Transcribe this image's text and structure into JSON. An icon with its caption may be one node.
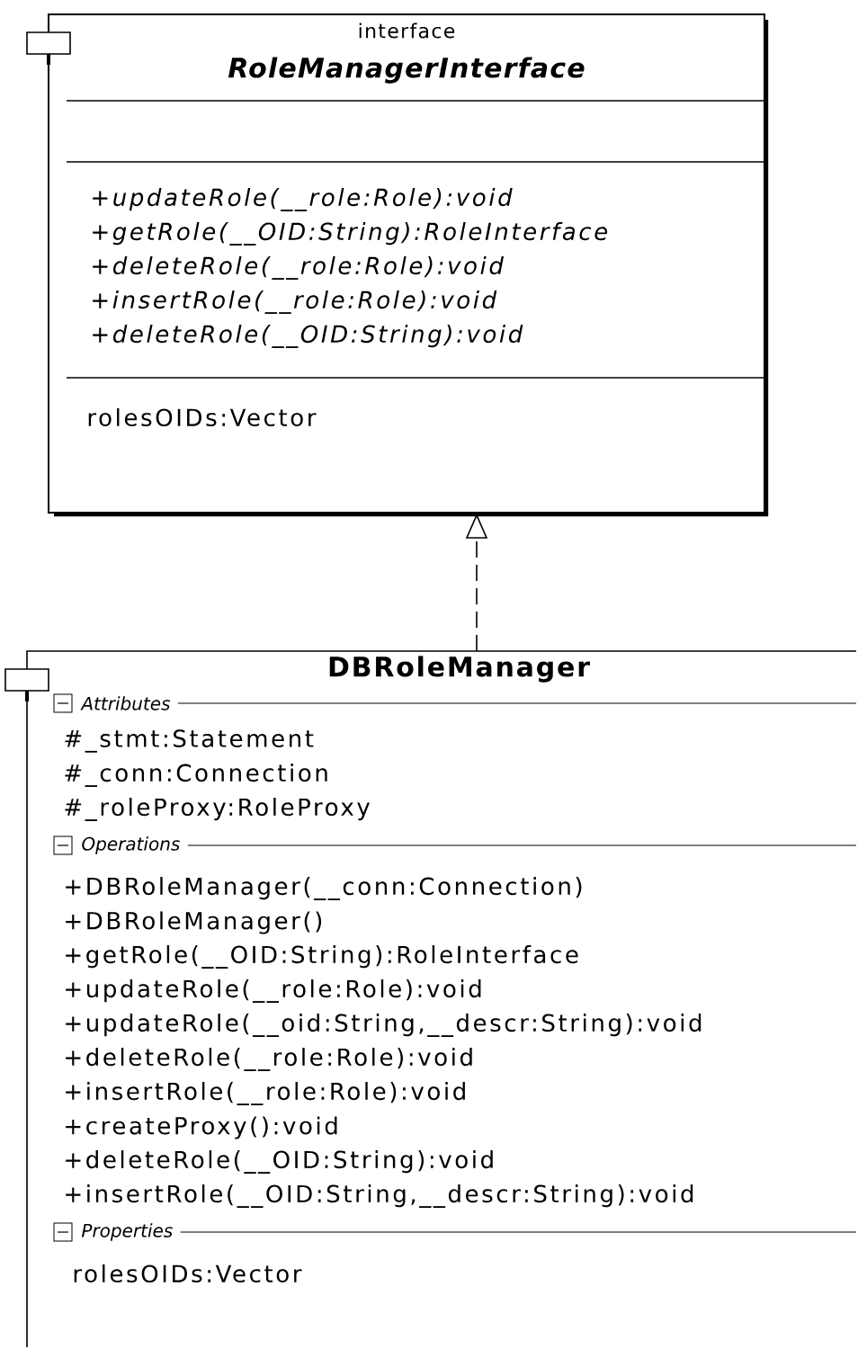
{
  "diagram": {
    "nodes": [
      {
        "text": [
          "interface",
          "RoleManagerInterface",
          "+updateRole(__role:Role):void",
          "+getRole(__OID:String):RoleInterface",
          "+deleteRole(__role:Role):void",
          "+insertRole(__role:Role):void",
          "+deleteRole(__OID:String):void",
          "rolesOIDs:Vector"
        ]
      },
      {
        "text": [
          "DBRoleManager",
          "Attributes",
          "#_stmt:Statement",
          "#_conn:Connection",
          "#_roleProxy:RoleProxy",
          "Operations",
          "+DBRoleManager(__conn:Connection)",
          "+DBRoleManager()",
          "+getRole(__OID:String):RoleInterface",
          "+updateRole(__role:Role):void",
          "+updateRole(__oid:String,__descr:String):void",
          "+deleteRole(__role:Role):void",
          "+insertRole(__role:Role):void",
          "+createProxy():void",
          "+deleteRole(__OID:String):void",
          "+insertRole(__OID:String,__descr:String):void",
          "Properties",
          "rolesOIDs:Vector"
        ]
      }
    ],
    "edges": [
      {
        "from": 1,
        "to": 0,
        "arrow": "to",
        "style": "dashed"
      }
    ]
  }
}
